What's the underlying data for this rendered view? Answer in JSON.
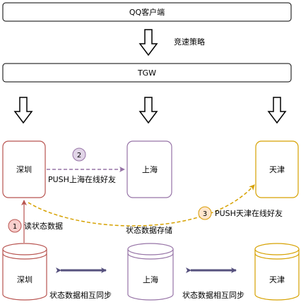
{
  "nodes": {
    "client": "QQ客户端",
    "tgw": "TGW",
    "app_shenzhen": "深圳",
    "app_shanghai": "上海",
    "app_tianjin": "天津",
    "db_shenzhen": "深圳",
    "db_shanghai": "上海",
    "db_tianjin": "天津"
  },
  "labels": {
    "speed_strategy": "竞速策略",
    "sync_left": "状态数据相互同步",
    "sync_right": "状态数据相互同步",
    "storage": "状态数据存储"
  },
  "steps": [
    {
      "num": "1",
      "text": "读状态数据",
      "color": "#f8cecc",
      "stroke": "#b85450"
    },
    {
      "num": "2",
      "text": "PUSH上海在线好友",
      "color": "#e1d5e7",
      "stroke": "#9673a6"
    },
    {
      "num": "3",
      "text": "PUSH天津在线好友",
      "color": "#ffe6cc",
      "stroke": "#d79b00"
    }
  ],
  "colors": {
    "shenzhen": "#b85450",
    "shanghai": "#9673a6",
    "tianjin": "#d6a100",
    "sync_arrow": "#56517e"
  }
}
